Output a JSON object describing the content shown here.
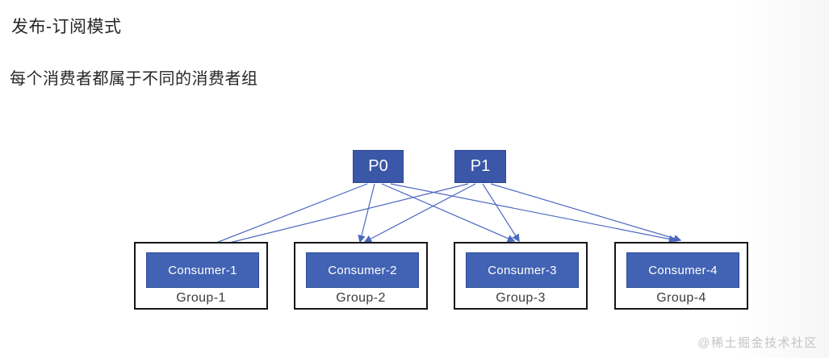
{
  "title": "发布-订阅模式",
  "subtitle": "每个消费者都属于不同的消费者组",
  "watermark": "@稀土掘金技术社区",
  "colors": {
    "producer_fill": "#3a57a8",
    "consumer_fill": "#4263b4",
    "node_border": "#2d4a97",
    "arrow": "#4d68c0",
    "group_border": "#161616",
    "title_text": "#262626",
    "group_label_text": "#3d3d3d",
    "watermark_text": "#c4c4c4",
    "background": "#ffffff"
  },
  "diagram": {
    "producers": [
      {
        "id": "P0",
        "label": "P0"
      },
      {
        "id": "P1",
        "label": "P1"
      }
    ],
    "groups": [
      {
        "id": "G1",
        "label": "Group-1",
        "consumer": {
          "id": "C1",
          "label": "Consumer-1"
        }
      },
      {
        "id": "G2",
        "label": "Group-2",
        "consumer": {
          "id": "C2",
          "label": "Consumer-2"
        }
      },
      {
        "id": "G3",
        "label": "Group-3",
        "consumer": {
          "id": "C3",
          "label": "Consumer-3"
        }
      },
      {
        "id": "G4",
        "label": "Group-4",
        "consumer": {
          "id": "C4",
          "label": "Consumer-4"
        }
      }
    ],
    "edges": [
      {
        "from": "P0",
        "to": "C1"
      },
      {
        "from": "P0",
        "to": "C2"
      },
      {
        "from": "P0",
        "to": "C3"
      },
      {
        "from": "P0",
        "to": "C4"
      },
      {
        "from": "P1",
        "to": "C1"
      },
      {
        "from": "P1",
        "to": "C2"
      },
      {
        "from": "P1",
        "to": "C3"
      },
      {
        "from": "P1",
        "to": "C4"
      }
    ]
  }
}
